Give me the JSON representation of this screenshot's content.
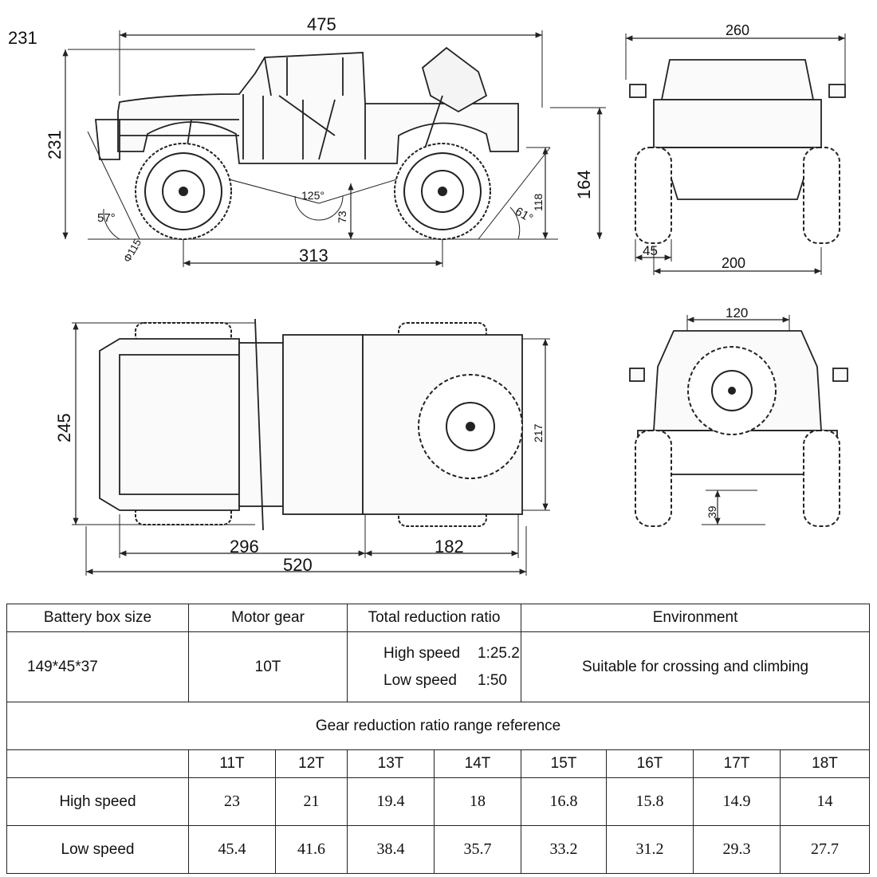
{
  "drawing": {
    "corner_label": "231",
    "side_view": {
      "overall_length": "475",
      "height": "231",
      "body_height": "164",
      "wheelbase": "313",
      "breakover_angle": "125°",
      "approach_angle": "57°",
      "departure_angle": "61°",
      "ground_clearance": "73",
      "rear_height": "118",
      "tire_diameter": "Φ115"
    },
    "front_view": {
      "width": "260",
      "track": "200",
      "tire_width": "45"
    },
    "top_view": {
      "width": "245",
      "rear_width": "217",
      "front_section": "296",
      "rear_section": "182",
      "overall_length": "520"
    },
    "rear_view": {
      "spare_width": "120",
      "clearance": "39"
    }
  },
  "specs": {
    "headers": [
      "Battery box size",
      "Motor gear",
      "Total reduction ratio",
      "Environment"
    ],
    "battery_box_size": "149*45*37",
    "motor_gear": "10T",
    "high_speed_label": "High speed",
    "high_speed_ratio": "1:25.2",
    "low_speed_label": "Low speed",
    "low_speed_ratio": "1:50",
    "environment": "Suitable for crossing and climbing",
    "gear_table_title": "Gear reduction ratio range reference",
    "gear_columns": [
      "11T",
      "12T",
      "13T",
      "14T",
      "15T",
      "16T",
      "17T",
      "18T"
    ],
    "rows": [
      {
        "label": "High speed",
        "values": [
          "23",
          "21",
          "19.4",
          "18",
          "16.8",
          "15.8",
          "14.9",
          "14"
        ]
      },
      {
        "label": "Low speed",
        "values": [
          "45.4",
          "41.6",
          "38.4",
          "35.7",
          "33.2",
          "31.2",
          "29.3",
          "27.7"
        ]
      }
    ]
  }
}
